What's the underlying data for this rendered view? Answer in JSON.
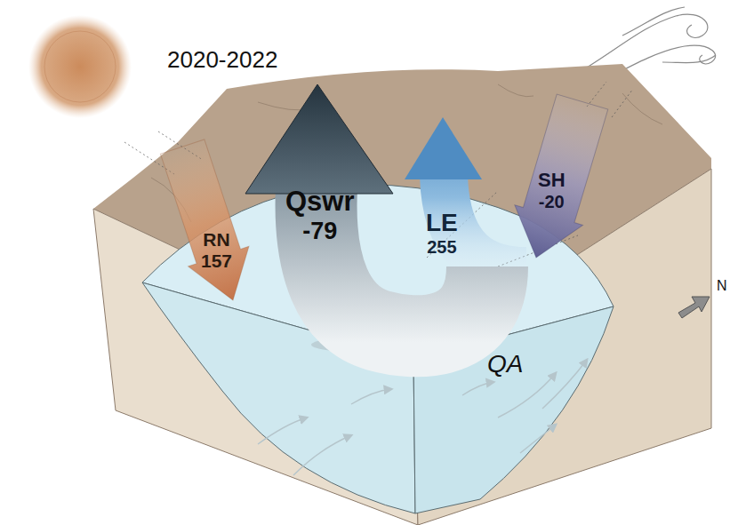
{
  "diagram": {
    "title": "2020-2022",
    "nodes": [
      {
        "text": [
          "RN",
          "157"
        ]
      },
      {
        "text": [
          "Qswr",
          "-79"
        ]
      },
      {
        "text": [
          "LE",
          "255"
        ]
      },
      {
        "text": [
          "SH",
          "-20"
        ]
      }
    ],
    "labels": [
      "QA",
      "N"
    ]
  }
}
